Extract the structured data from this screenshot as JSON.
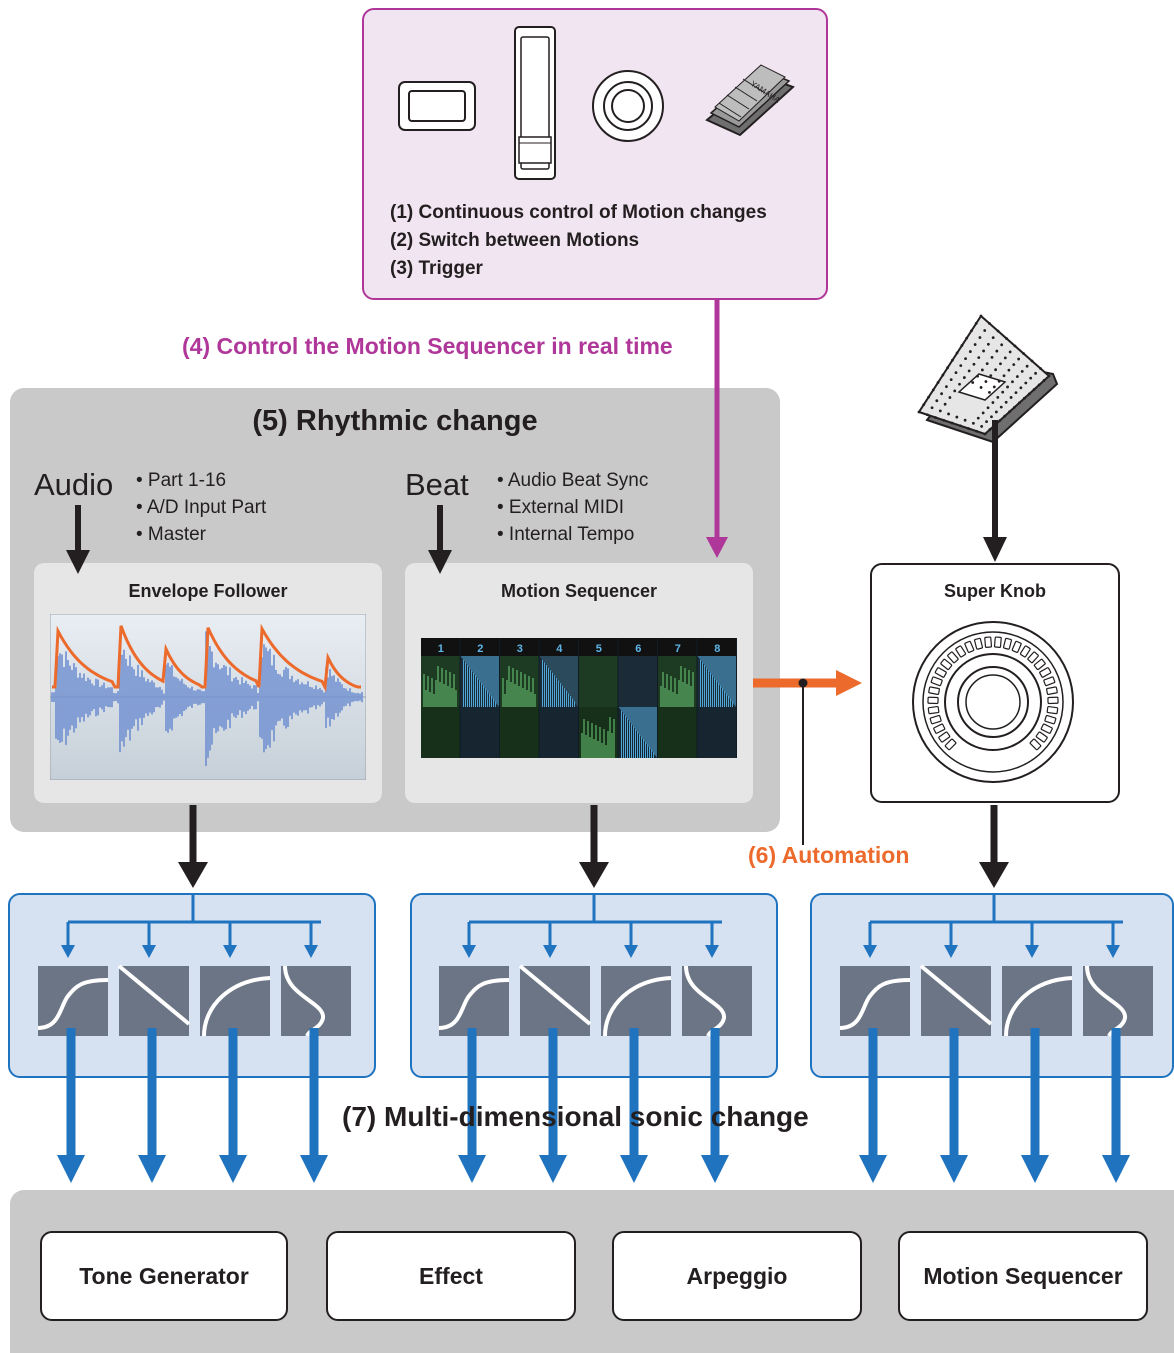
{
  "controllers": {
    "lines": [
      "(1) Continuous control of Motion changes",
      "(2) Switch between Motions",
      "(3) Trigger"
    ],
    "pedal_brand": "YAMAHA"
  },
  "label_control": "(4) Control the Motion Sequencer in real time",
  "rhythmic": {
    "title": "(5) Rhythmic change",
    "audio_label": "Audio",
    "audio_items": [
      "• Part 1-16",
      "• A/D Input Part",
      "• Master"
    ],
    "beat_label": "Beat",
    "beat_items": [
      "• Audio Beat Sync",
      "• External MIDI",
      "• Internal Tempo"
    ],
    "envelope_title": "Envelope Follower",
    "motion_title": "Motion Sequencer",
    "lanes": [
      "1",
      "2",
      "3",
      "4",
      "5",
      "6",
      "7",
      "8"
    ]
  },
  "super_knob_title": "Super Knob",
  "label_automation": "(6) Automation",
  "label_multi": "(7) Multi-dimensional sonic change",
  "destinations": [
    "Tone Generator",
    "Effect",
    "Arpeggio",
    "Motion Sequencer"
  ],
  "colors": {
    "magenta": "#b0379a",
    "orange": "#ec6a2c",
    "blue": "#1f73bf",
    "gray_panel": "#c9c9c9"
  }
}
